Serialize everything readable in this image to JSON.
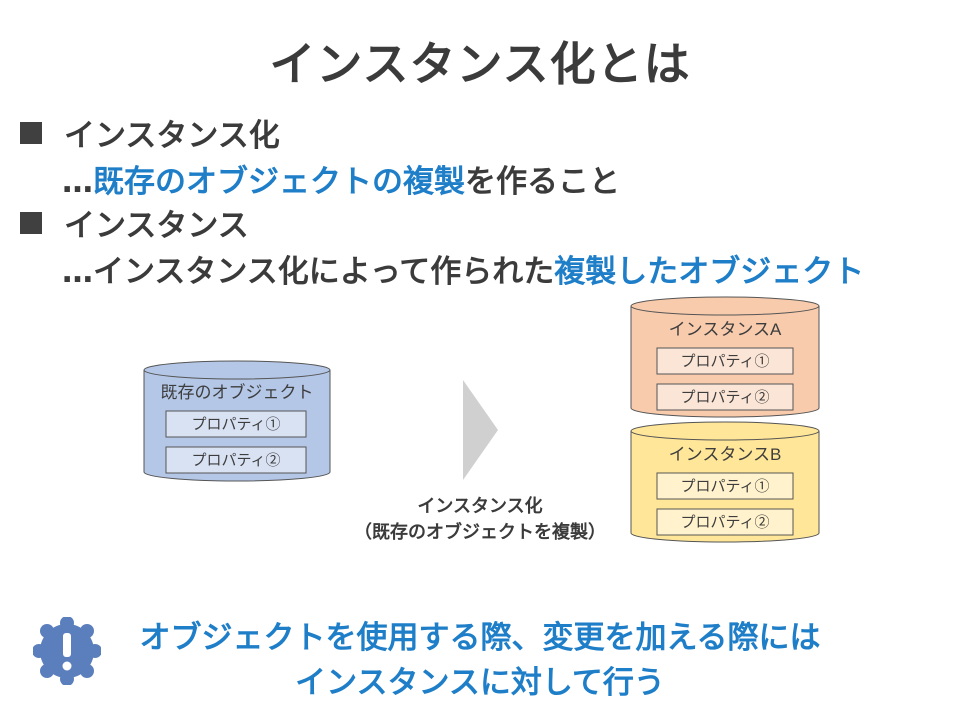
{
  "title": "インスタンス化とは",
  "bullets": [
    {
      "heading": "インスタンス化",
      "desc_prefix": "…",
      "desc_highlight": "既存のオブジェクトの複製",
      "desc_suffix": "を作ること"
    },
    {
      "heading": "インスタンス",
      "desc_prefix": "…インスタンス化によって作られた",
      "desc_highlight": "複製したオブジェクト",
      "desc_suffix": ""
    }
  ],
  "diagram": {
    "source": {
      "label": "既存のオブジェクト",
      "properties": [
        "プロパティ①",
        "プロパティ②"
      ],
      "color": "#b4c7e7"
    },
    "arrow_caption_line1": "インスタンス化",
    "arrow_caption_line2": "（既存のオブジェクトを複製）",
    "instances": [
      {
        "label": "インスタンスA",
        "properties": [
          "プロパティ①",
          "プロパティ②"
        ],
        "color": "#f8cbad"
      },
      {
        "label": "インスタンスB",
        "properties": [
          "プロパティ①",
          "プロパティ②"
        ],
        "color": "#ffe699"
      }
    ]
  },
  "note": {
    "icon": "exclamation-badge-icon",
    "line1": "オブジェクトを使用する際、変更を加える際には",
    "line2": "インスタンスに対して行う",
    "color": "#1f7ec8"
  }
}
